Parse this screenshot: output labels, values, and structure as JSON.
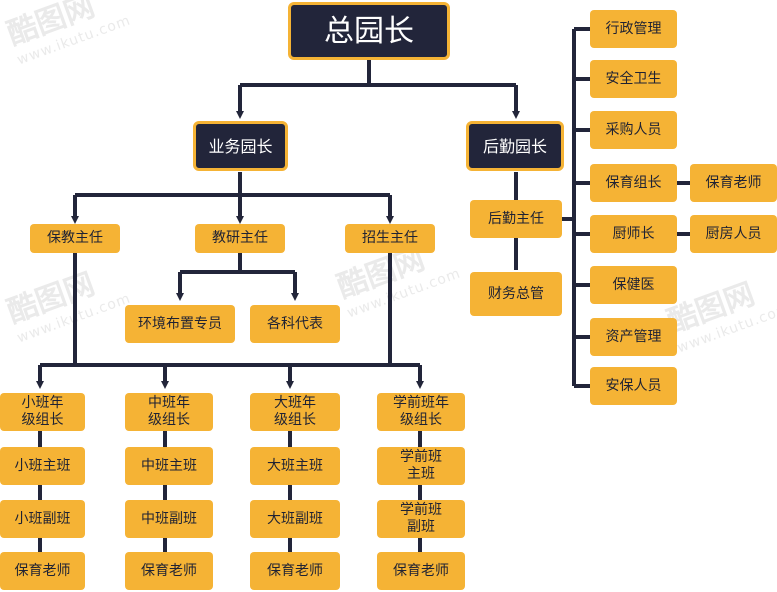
{
  "colors": {
    "box": "#f5b335",
    "dark": "#22253a",
    "line": "#22253a"
  },
  "watermark": {
    "brand": "酷图网",
    "url": "www.ikutu.com"
  },
  "top": "总园长",
  "business_head": "业务园长",
  "logistics_head": "后勤园长",
  "business": {
    "baojiao": "保教主任",
    "jiaoyan": "教研主任",
    "zhaosheng": "招生主任",
    "huanjing": "环境布置专员",
    "geke": "各科代表"
  },
  "classes": [
    {
      "leader": "小班年\n级组长",
      "head": "小班主班",
      "deputy": "小班副班",
      "teacher": "保育老师"
    },
    {
      "leader": "中班年\n级组长",
      "head": "中班主班",
      "deputy": "中班副班",
      "teacher": "保育老师"
    },
    {
      "leader": "大班年\n级组长",
      "head": "大班主班",
      "deputy": "大班副班",
      "teacher": "保育老师"
    },
    {
      "leader": "学前班年\n级组长",
      "head": "学前班\n主班",
      "deputy": "学前班\n副班",
      "teacher": "保育老师"
    }
  ],
  "logistics": {
    "director": "后勤主任",
    "finance": "财务总管"
  },
  "staff": [
    "行政管理",
    "安全卫生",
    "采购人员",
    "保育组长",
    "厨师长",
    "保健医",
    "资产管理",
    "安保人员"
  ],
  "staff_sub": {
    "baoyu": "保育老师",
    "chufang": "厨房人员"
  }
}
